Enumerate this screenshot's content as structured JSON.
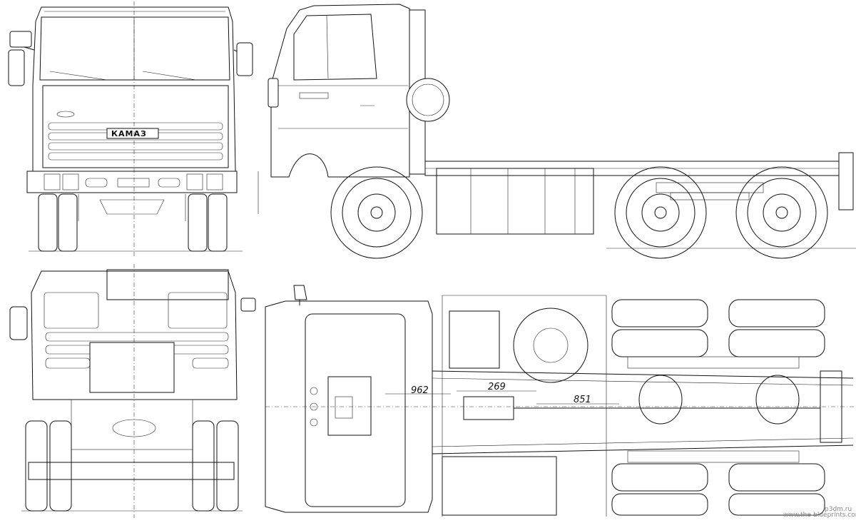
{
  "logo_text": "КАМАЗ",
  "dimensions": {
    "d1": "962",
    "d2": "269",
    "d3": "851"
  },
  "watermark": "www.the-blueprints.com",
  "watermark_alt": "p3dm.ru",
  "colors": {
    "line": "#111111",
    "paper": "#ffffff"
  }
}
